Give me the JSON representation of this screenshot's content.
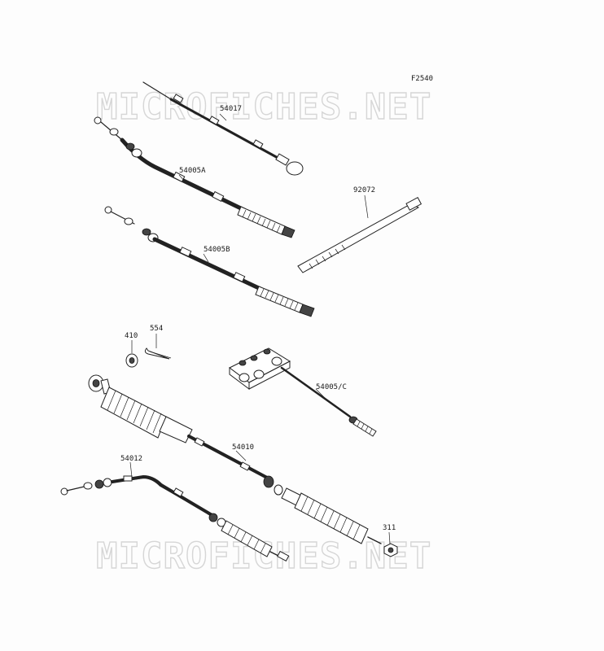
{
  "diagram": {
    "figure_code": "F2540",
    "watermark_text": "MICROFICHES.NET",
    "parts": [
      {
        "id": "p-54017",
        "label": "54017"
      },
      {
        "id": "p-54005a",
        "label": "54005A"
      },
      {
        "id": "p-54005b",
        "label": "54005B"
      },
      {
        "id": "p-92072",
        "label": "92072"
      },
      {
        "id": "p-410",
        "label": "410"
      },
      {
        "id": "p-554",
        "label": "554"
      },
      {
        "id": "p-54005c",
        "label": "54005/C"
      },
      {
        "id": "p-54010",
        "label": "54010"
      },
      {
        "id": "p-54012",
        "label": "54012"
      },
      {
        "id": "p-311",
        "label": "311"
      }
    ]
  }
}
